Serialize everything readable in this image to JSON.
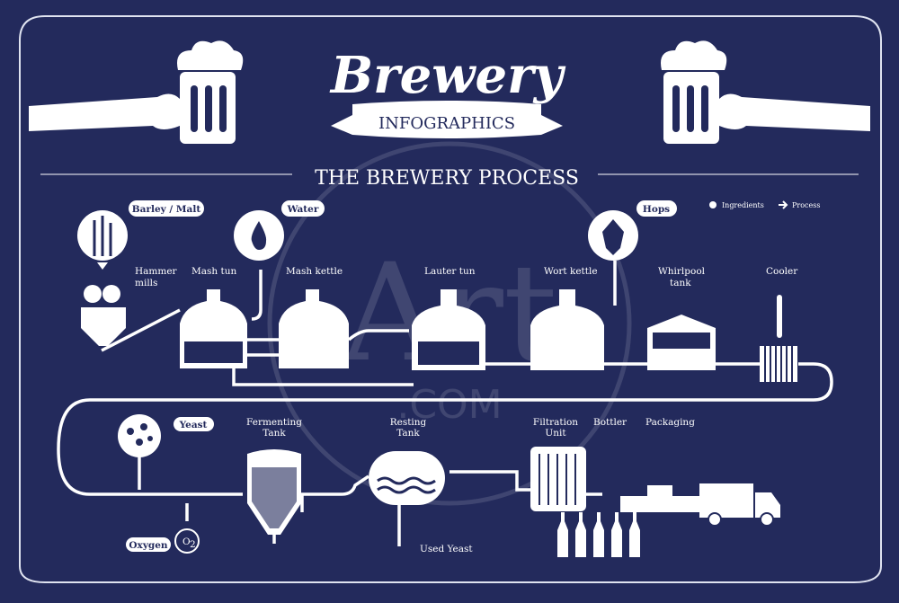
{
  "header": {
    "title": "Brewery",
    "banner": "INFOGRAPHICS",
    "subtitle": "THE BREWERY PROCESS"
  },
  "legend": {
    "ingredients": "Ingredients",
    "process": "Process"
  },
  "ingredients": {
    "barley": "Barley / Malt",
    "water": "Water",
    "hops": "Hops",
    "yeast": "Yeast",
    "oxygen": "Oxygen",
    "oxygen_symbol": "O",
    "oxygen_sub": "2"
  },
  "steps": {
    "hammer_mills": [
      "Hammer",
      "mills"
    ],
    "mash_tun": "Mash tun",
    "mash_kettle": "Mash kettle",
    "lauter_tun": "Lauter tun",
    "wort_kettle": "Wort kettle",
    "whirlpool": [
      "Whirlpool",
      "tank"
    ],
    "cooler": "Cooler",
    "fermenting": [
      "Fermenting",
      "Tank"
    ],
    "resting": [
      "Resting",
      "Tank"
    ],
    "filtration": [
      "Filtration",
      "Unit"
    ],
    "bottler": "Bottler",
    "packaging": "Packaging",
    "used_yeast": "Used Yeast"
  },
  "watermark": {
    "line1": "Art",
    "line2": ".COM"
  },
  "colors": {
    "background": "#232a5c",
    "foreground": "#ffffff"
  }
}
